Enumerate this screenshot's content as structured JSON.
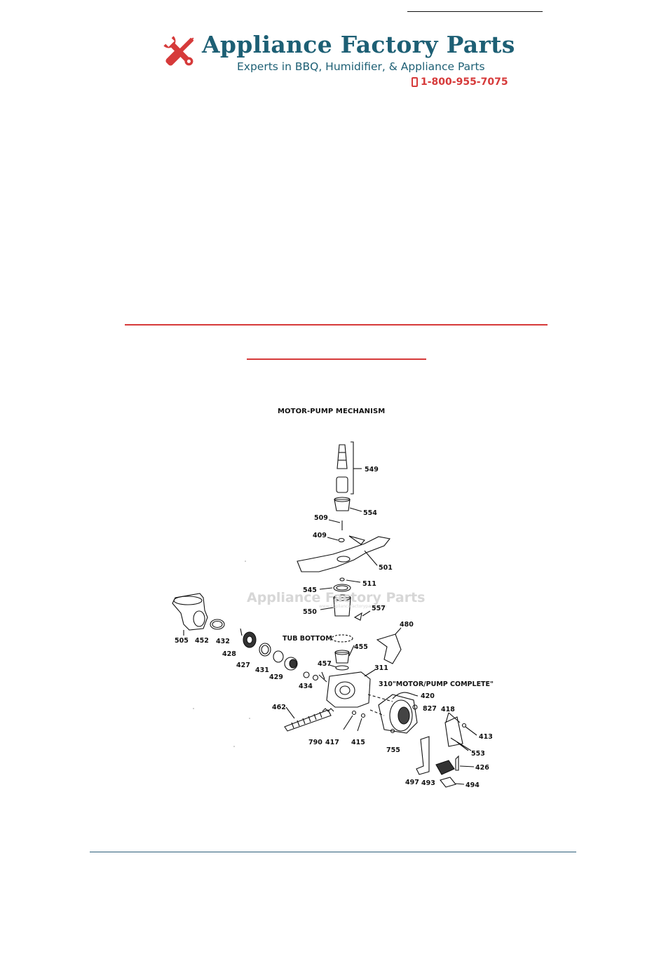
{
  "logo": {
    "title": "Appliance Factory Parts",
    "tagline": "Experts in BBQ, Humidifier, & Appliance Parts",
    "phone": "1-800-955-7075",
    "icon": "wrench-screwdriver-icon",
    "colors": {
      "brand": "#1d5f74",
      "accent": "#d63a3a"
    }
  },
  "diagram": {
    "title": "MOTOR-PUMP MECHANISM",
    "watermark": "Appliance Factory Parts",
    "watermark_url": "www.appliancefactoryparts.com",
    "tub_bottom_label": "TUB BOTTOM",
    "assembly_label": "310\"MOTOR/PUMP COMPLETE\"",
    "parts": [
      "549",
      "554",
      "509",
      "409",
      "501",
      "511",
      "545",
      "557",
      "550",
      "480",
      "505",
      "452",
      "432",
      "428",
      "427",
      "431",
      "429",
      "455",
      "457",
      "311",
      "434",
      "420",
      "827",
      "418",
      "413",
      "462",
      "790",
      "417",
      "415",
      "755",
      "553",
      "426",
      "497",
      "493",
      "494"
    ]
  },
  "colors": {
    "rule_red": "#d63a3a",
    "rule_blue": "#2a5d78"
  }
}
